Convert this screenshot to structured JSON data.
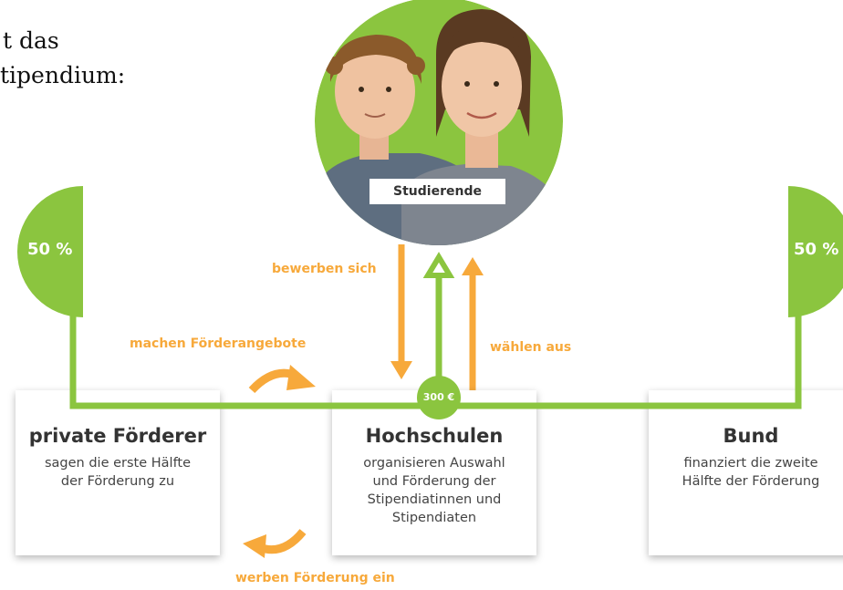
{
  "title": {
    "line1": "t das",
    "line2": "tipendium:"
  },
  "students": {
    "label": "Studierende"
  },
  "left_share": {
    "value": "50 %"
  },
  "right_share": {
    "value": "50 %"
  },
  "amount": {
    "value": "300 €"
  },
  "labels": {
    "apply": "bewerben sich",
    "select": "wählen aus",
    "offers": "machen Förderangebote",
    "raise": "werben Förderung ein"
  },
  "boxes": {
    "private": {
      "title": "private Förderer",
      "text": [
        "sagen die erste Hälfte",
        "der Förderung zu"
      ]
    },
    "universities": {
      "title": "Hochschulen",
      "text": [
        "organisieren Auswahl",
        "und Förderung der",
        "Stipendiatinnen und",
        "Stipendiaten"
      ]
    },
    "federal": {
      "title": "Bund",
      "text": [
        "finanziert die zweite",
        "Hälfte der Förderung"
      ]
    }
  },
  "colors": {
    "green": "#8BC53F",
    "orange": "#F7A93B"
  }
}
